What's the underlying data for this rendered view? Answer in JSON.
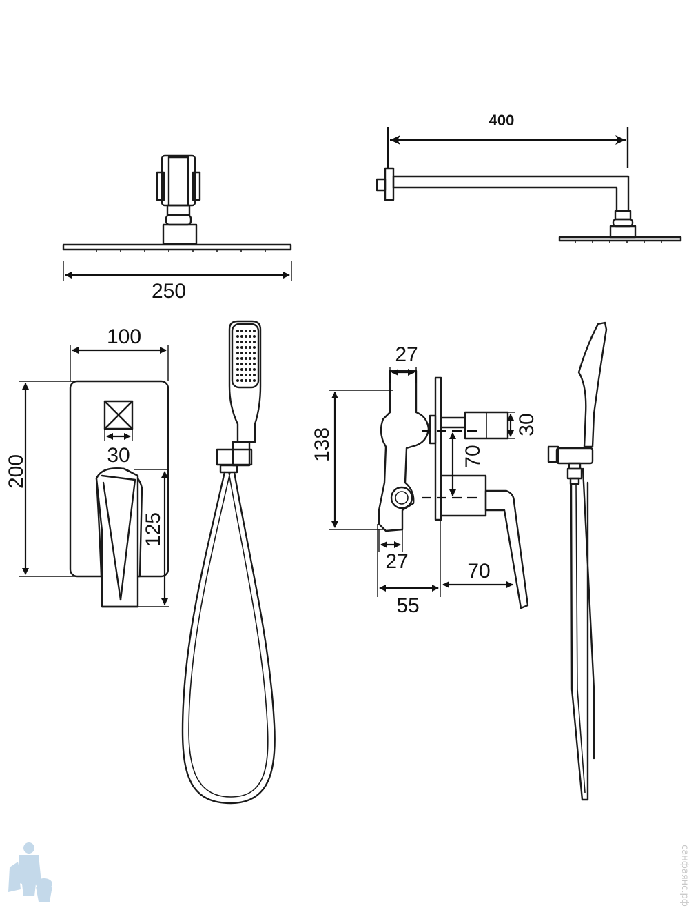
{
  "dimensions": {
    "shower_arm_length": "400",
    "head_width": "250",
    "plate_width": "100",
    "plate_height": "200",
    "handle_width": "30",
    "handle_drop": "125",
    "body_top_width": "27",
    "body_height": "138",
    "outlet_size": "30",
    "outlet_spacing": "70",
    "body_bottom_width": "27",
    "body_depth": "55",
    "lever_length": "70"
  },
  "watermark": {
    "side_text": "санфаянс.рф",
    "logo": "plumber-logo"
  }
}
